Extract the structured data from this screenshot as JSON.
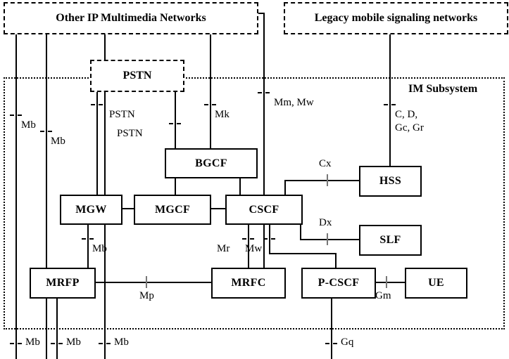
{
  "diagram": {
    "title_elements": {
      "other_ip": "Other IP Multimedia Networks",
      "legacy": "Legacy mobile signaling networks",
      "pstn": "PSTN",
      "im_subsystem": "IM Subsystem"
    },
    "nodes": [
      {
        "id": "bgcf",
        "label": "BGCF"
      },
      {
        "id": "mgw",
        "label": "MGW"
      },
      {
        "id": "mgcf",
        "label": "MGCF"
      },
      {
        "id": "cscf",
        "label": "CSCF"
      },
      {
        "id": "hss",
        "label": "HSS"
      },
      {
        "id": "slf",
        "label": "SLF"
      },
      {
        "id": "mrfp",
        "label": "MRFP"
      },
      {
        "id": "mrfc",
        "label": "MRFC"
      },
      {
        "id": "pcscf",
        "label": "P-CSCF"
      },
      {
        "id": "ue",
        "label": "UE"
      }
    ],
    "interfaces": {
      "mb_left_upper": "Mb",
      "mb_second_upper": "Mb",
      "pstn_first": "PSTN",
      "pstn_second": "PSTN",
      "mk": "Mk",
      "mm_mw": "Mm, Mw",
      "c_d_line1": "C, D,",
      "c_d_line2": "Gc, Gr",
      "cx": "Cx",
      "dx": "Dx",
      "mb_mgw_mrfp": "Mb",
      "mr": "Mr",
      "mw": "Mw",
      "mp": "Mp",
      "gm": "Gm",
      "mb_bottom_1": "Mb",
      "mb_bottom_2": "Mb",
      "mb_bottom_3": "Mb",
      "gq": "Gq"
    },
    "colors": {
      "line": "#000000",
      "background": "#ffffff",
      "tick": "#777777"
    }
  }
}
